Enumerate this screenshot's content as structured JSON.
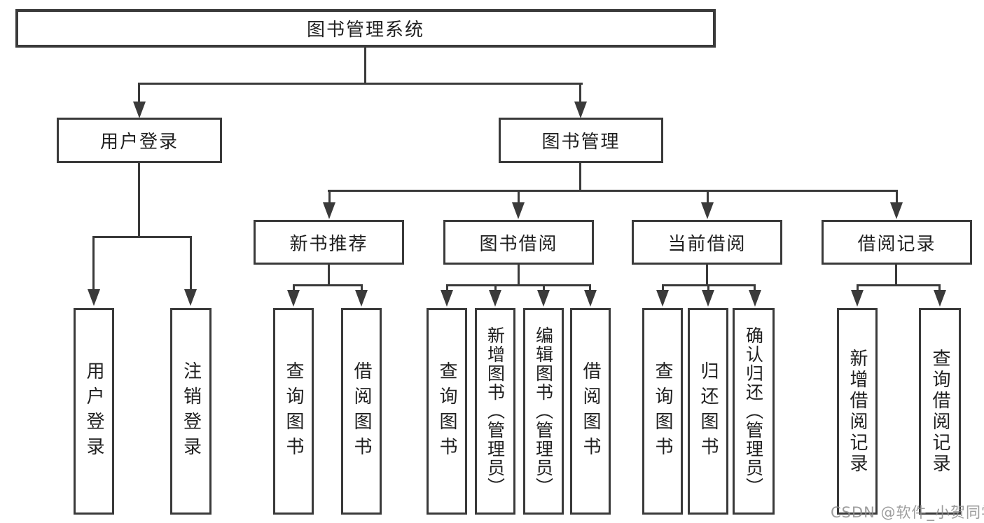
{
  "diagram": {
    "root": {
      "label": "图书管理系统"
    },
    "level2": [
      {
        "label": "用户登录"
      },
      {
        "label": "图书管理"
      }
    ],
    "level3": [
      {
        "label": "新书推荐"
      },
      {
        "label": "图书借阅"
      },
      {
        "label": "当前借阅"
      },
      {
        "label": "借阅记录"
      }
    ],
    "leaves": {
      "user_login": [
        "用户登录",
        "注销登录"
      ],
      "new_book": [
        "查询图书",
        "借阅图书"
      ],
      "book_borrow": [
        "查询图书",
        "新增图书（管理员）",
        "编辑图书（管理员）",
        "借阅图书"
      ],
      "current_borrow": [
        "查询图书",
        "归还图书",
        "确认归还（管理员）"
      ],
      "borrow_record": [
        "新增借阅记录",
        "查询借阅记录"
      ]
    },
    "watermark": "CSDN @软件_小贺同学",
    "colors": {
      "line": "#3a3a3a",
      "text": "#1f1f1f",
      "background": "#ffffff",
      "watermark": "#8c8c8c"
    }
  }
}
